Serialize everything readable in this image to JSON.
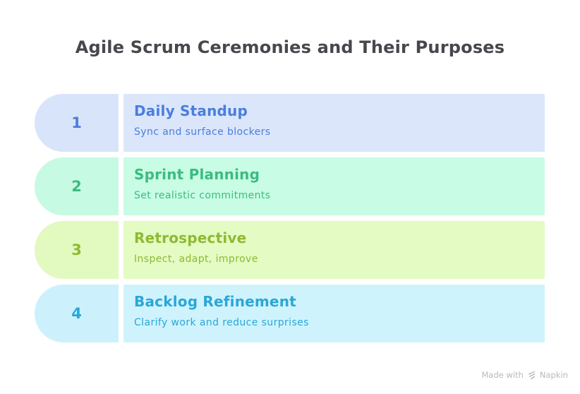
{
  "page": {
    "title": "Agile Scrum Ceremonies and Their Purposes",
    "background": "#ffffff",
    "title_color": "#46484d"
  },
  "rows": [
    {
      "number": "1",
      "title": "Daily Standup",
      "subtitle": "Sync and surface blockers",
      "colors": {
        "bg": "#dbe6fb",
        "badge_bg": "#d8e4fa",
        "text": "#4a7edd"
      }
    },
    {
      "number": "2",
      "title": "Sprint Planning",
      "subtitle": "Set realistic commitments",
      "colors": {
        "bg": "#c9fce4",
        "badge_bg": "#c7fae2",
        "text": "#3bbc80"
      }
    },
    {
      "number": "3",
      "title": "Retrospective",
      "subtitle": "Inspect, adapt, improve",
      "colors": {
        "bg": "#e4fbc4",
        "badge_bg": "#e2f9c0",
        "text": "#8eba31"
      }
    },
    {
      "number": "4",
      "title": "Backlog Refinement",
      "subtitle": "Clarify work and reduce surprises",
      "colors": {
        "bg": "#cff3fd",
        "badge_bg": "#ccf1fc",
        "text": "#2aa7d8"
      }
    }
  ],
  "watermark": {
    "label": "Made with",
    "brand": "Napkin",
    "color": "#b6b9bc",
    "icon": "napkin-logo-icon"
  }
}
